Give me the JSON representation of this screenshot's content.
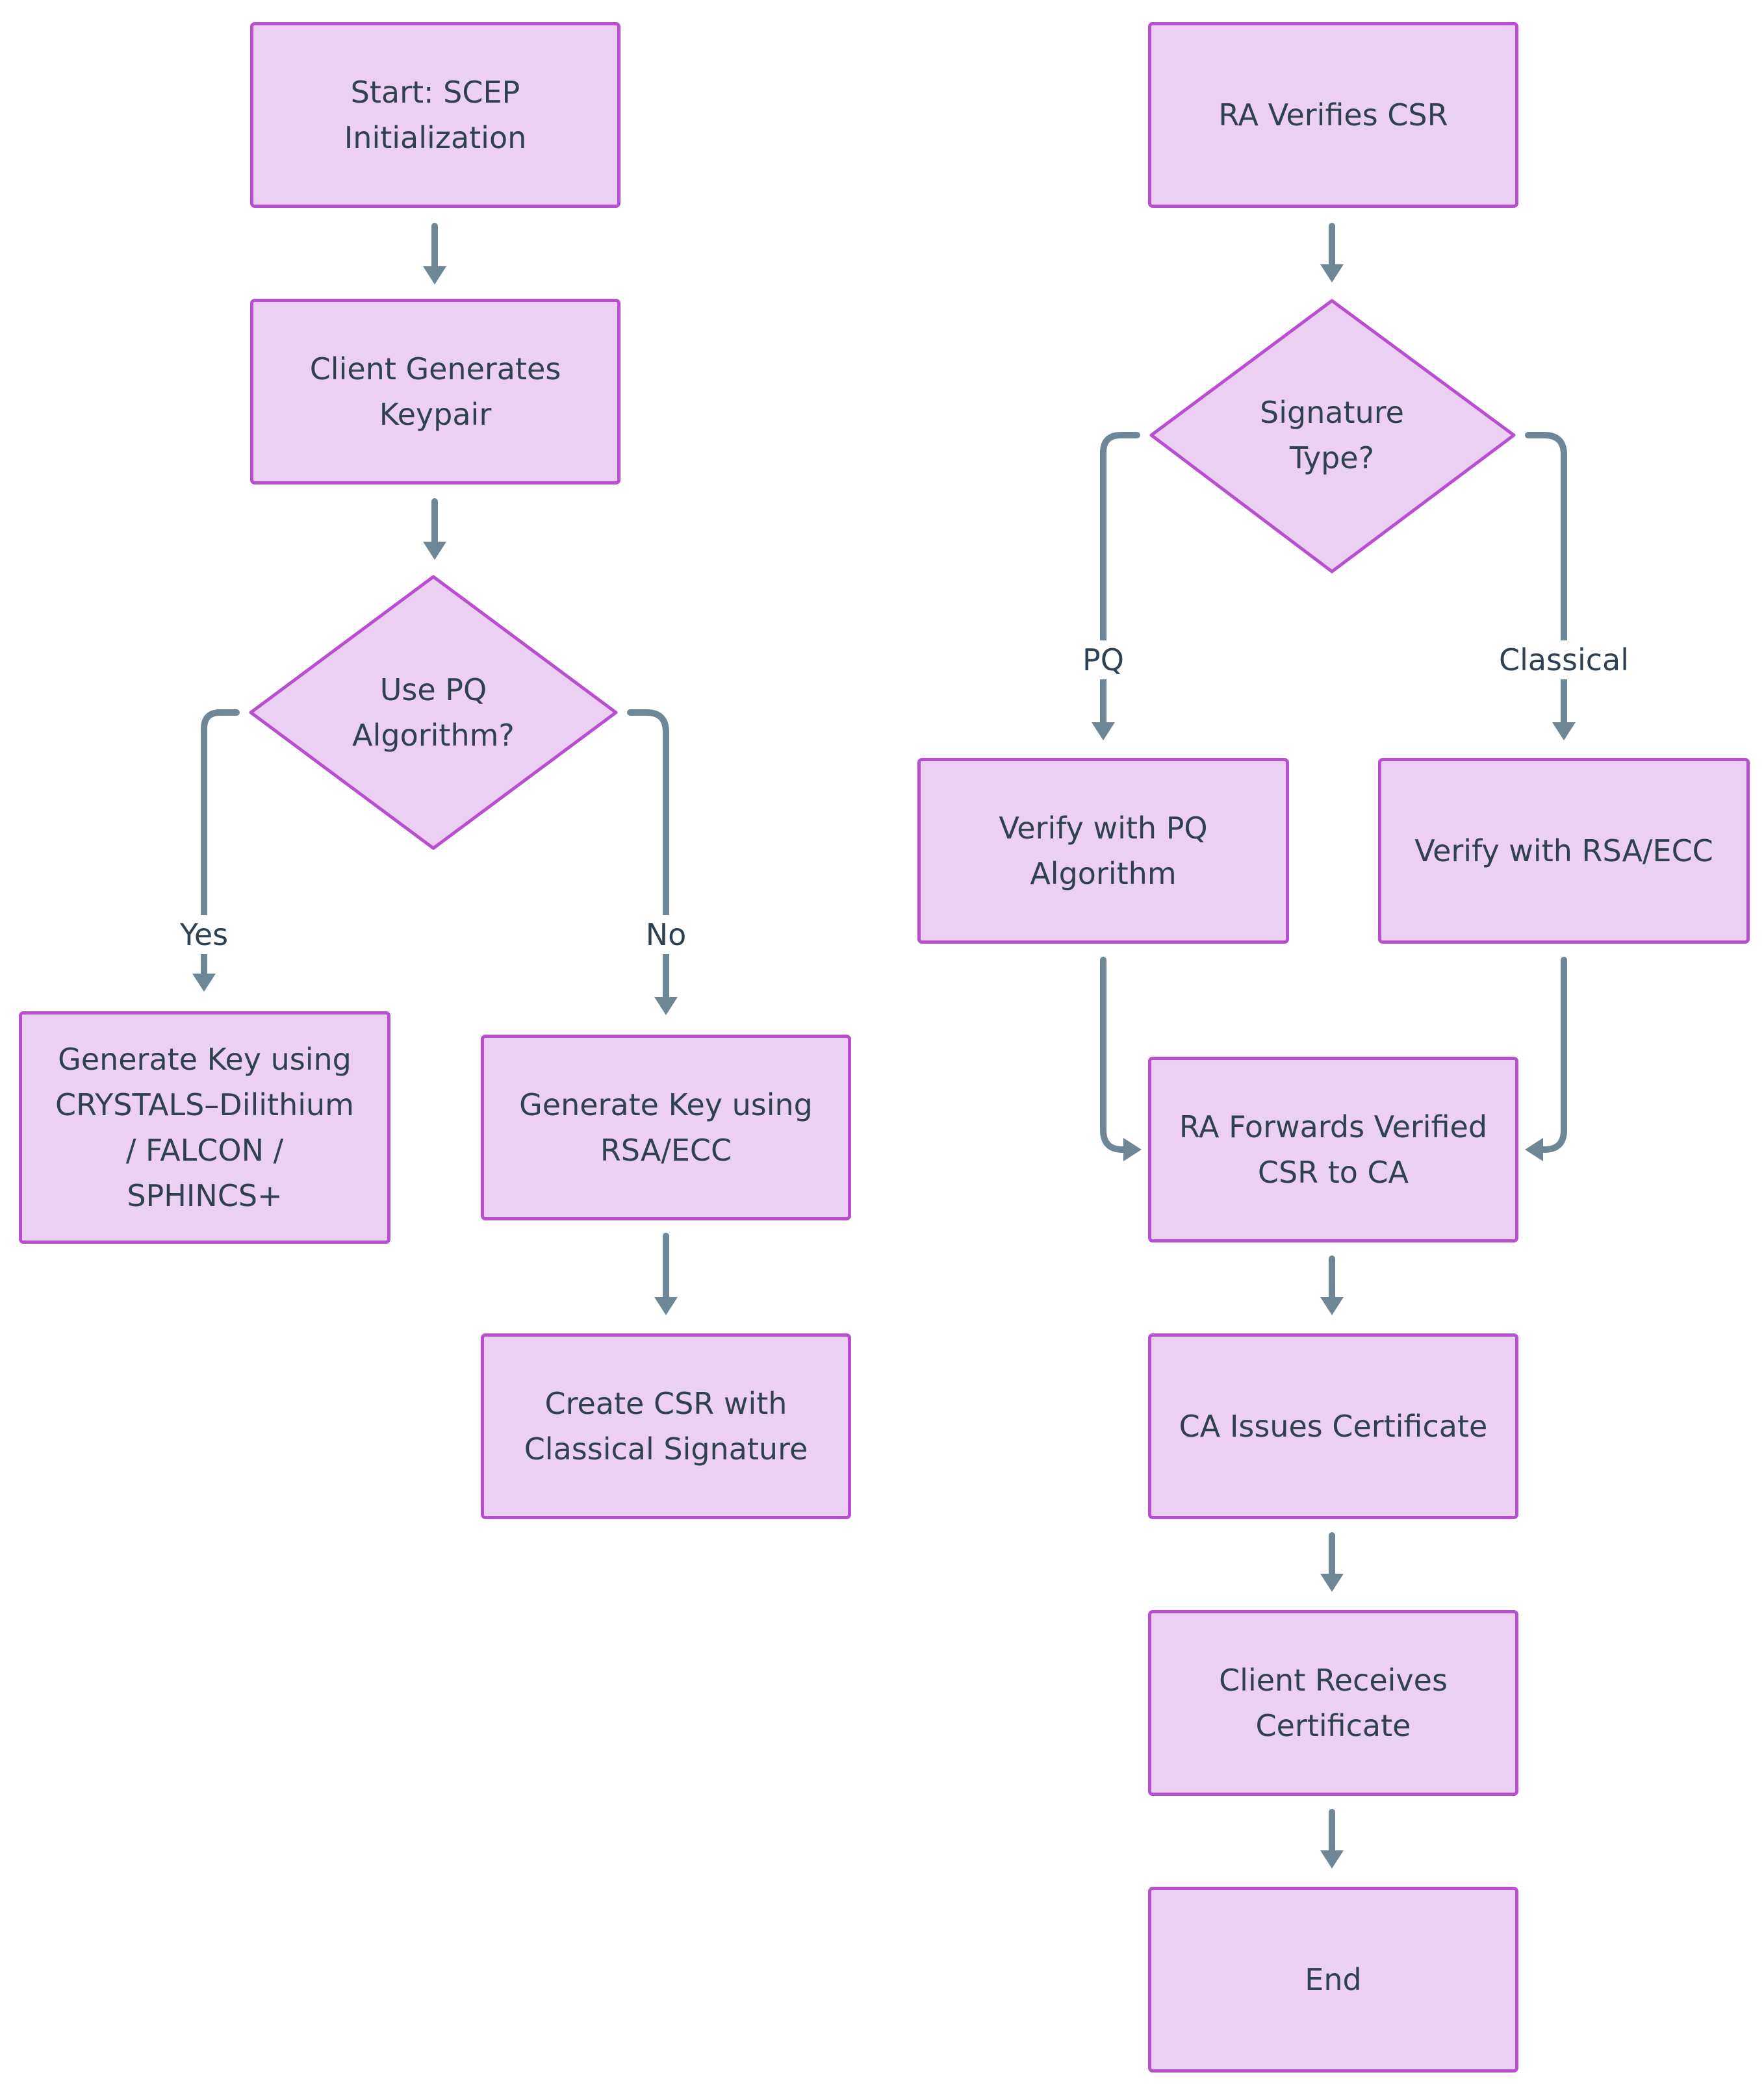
{
  "colors": {
    "node_fill": "#ebd0f3",
    "node_border": "#b84fd0",
    "edge": "#6e8797",
    "text": "#2f4150"
  },
  "nodes": {
    "start": "Start: SCEP\nInitialization",
    "client_generates_keypair": "Client Generates\nKeypair",
    "use_pq_algorithm": "Use PQ\nAlgorithm?",
    "generate_key_pq": "Generate Key using\nCRYSTALS–Dilithium\n/ FALCON /\nSPHINCS+",
    "generate_key_rsa_ecc": "Generate Key using\nRSA/ECC",
    "create_csr_classical": "Create CSR with\nClassical Signature",
    "ra_verifies_csr": "RA Verifies CSR",
    "signature_type": "Signature\nType?",
    "verify_pq": "Verify with PQ\nAlgorithm",
    "verify_rsa_ecc": "Verify with RSA/ECC",
    "ra_forwards_csr": "RA Forwards Verified\nCSR to CA",
    "ca_issues_certificate": "CA Issues Certificate",
    "client_receives_certificate": "Client Receives\nCertificate",
    "end": "End"
  },
  "edge_labels": {
    "yes": "Yes",
    "no": "No",
    "pq": "PQ",
    "classical": "Classical"
  }
}
